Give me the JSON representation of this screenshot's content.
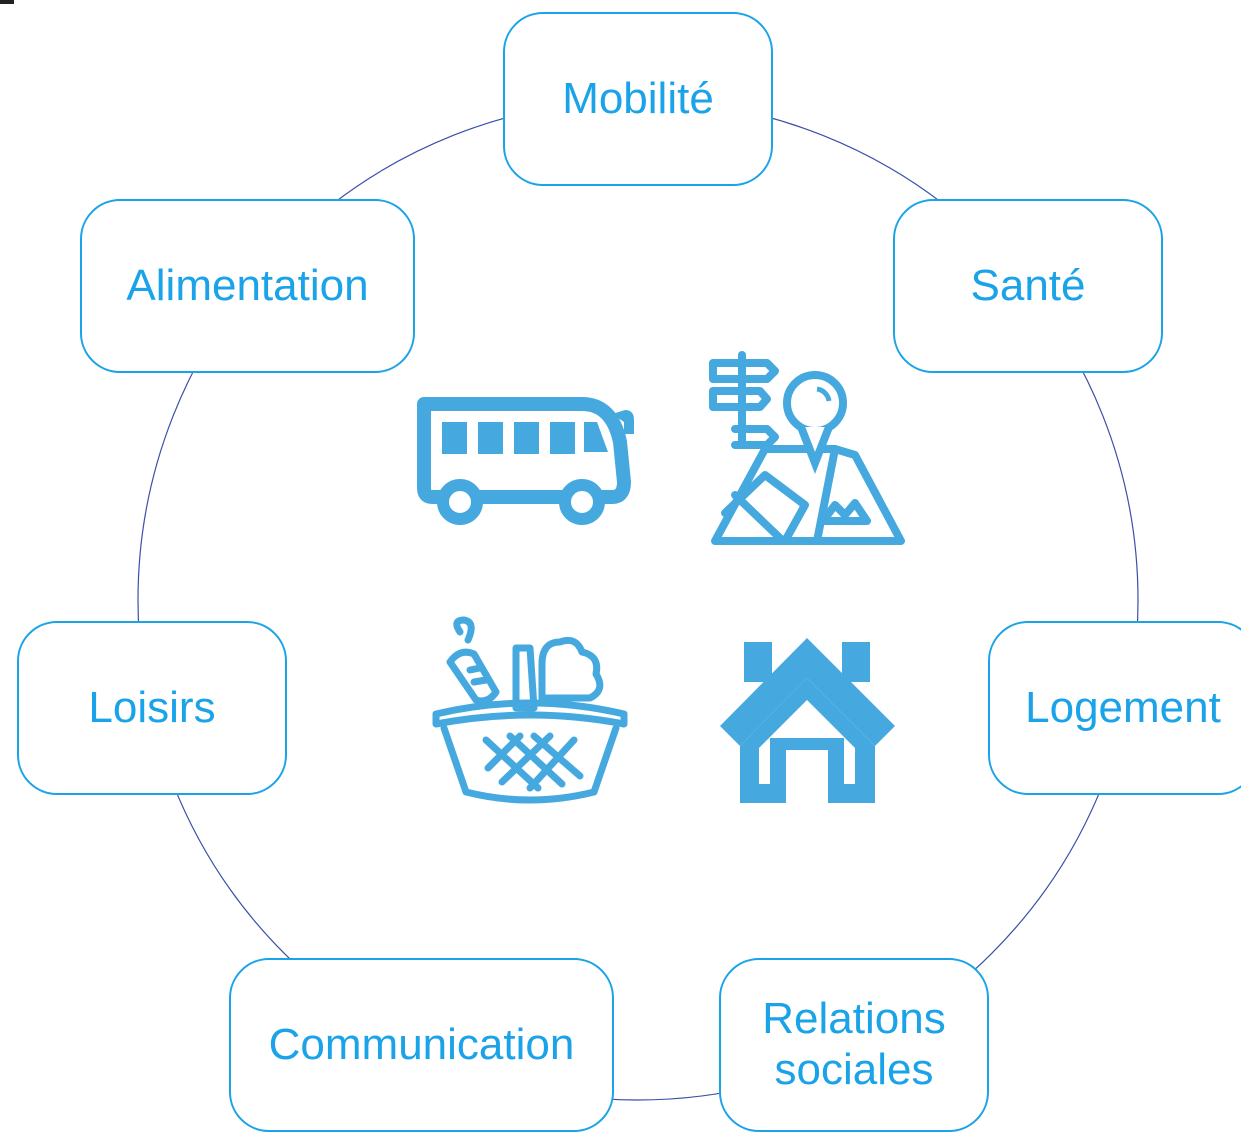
{
  "diagram": {
    "ring_color": "#3b4fa8",
    "accent_color": "#1aa3e8",
    "icon_color": "#45a9e0",
    "nodes": [
      {
        "id": "mobilite",
        "label": "Mobilité"
      },
      {
        "id": "sante",
        "label": "Santé"
      },
      {
        "id": "logement",
        "label": "Logement"
      },
      {
        "id": "relations",
        "label": "Relations\nsociales"
      },
      {
        "id": "communication",
        "label": "Communication"
      },
      {
        "id": "loisirs",
        "label": "Loisirs"
      },
      {
        "id": "alimentation",
        "label": "Alimentation"
      }
    ],
    "icons": [
      "bus-icon",
      "map-signpost-icon",
      "food-basket-icon",
      "house-icon"
    ]
  }
}
